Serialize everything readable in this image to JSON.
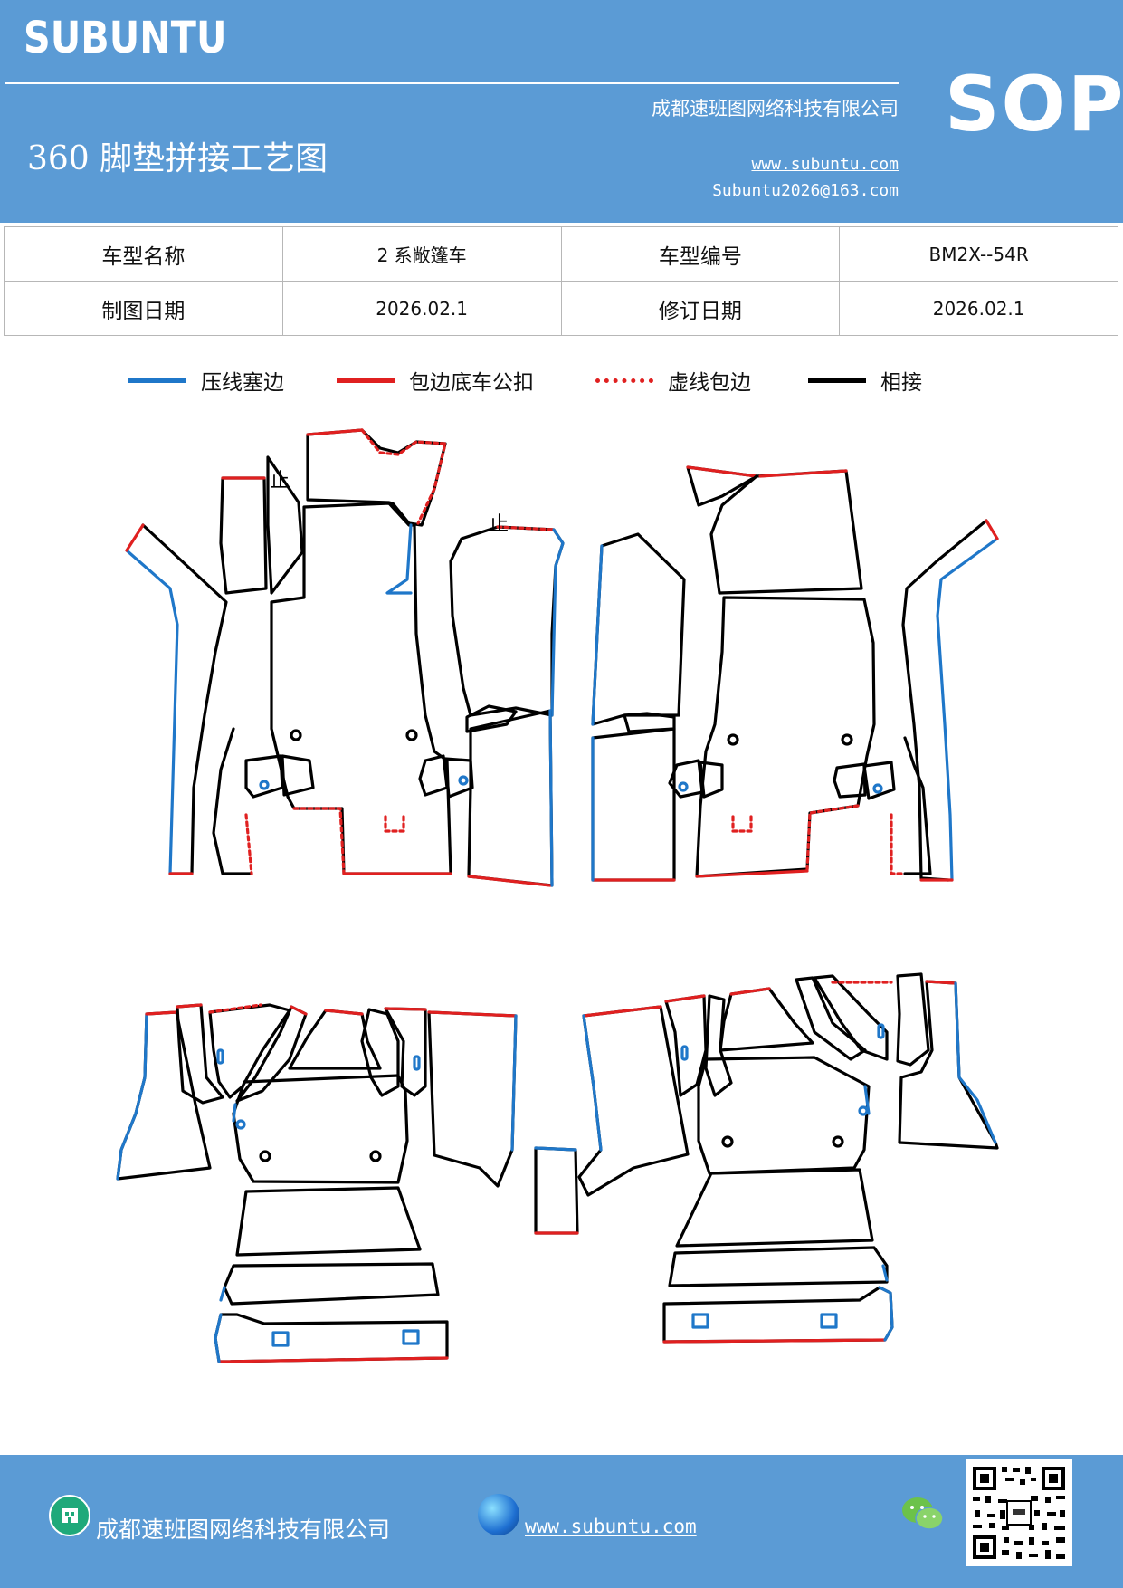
{
  "header": {
    "brand": "SUBUNTU",
    "company": "成都速班图网络科技有限公司",
    "sop": "SOP",
    "title": "360 脚垫拼接工艺图",
    "website": "www.subuntu.com",
    "email": "Subuntu2026@163.com"
  },
  "info_table": {
    "row1": {
      "label1": "车型名称",
      "value1": "2 系敞篷车",
      "label2": "车型编号",
      "value2": "BM2X--54R"
    },
    "row2": {
      "label1": "制图日期",
      "value1": "2026.02.1",
      "label2": "修订日期",
      "value2": "2026.02.1"
    }
  },
  "legend": [
    {
      "label": "压线塞边",
      "color": "#1f77c9",
      "style": "solid"
    },
    {
      "label": "包边底车公扣",
      "color": "#e02020",
      "style": "solid"
    },
    {
      "label": "虚线包边",
      "color": "#e02020",
      "style": "dotted"
    },
    {
      "label": "相接",
      "color": "#000000",
      "style": "solid"
    }
  ],
  "drawing": {
    "stop_mark_1": "止",
    "stop_mark_2": "止"
  },
  "footer": {
    "company": "成都速班图网络科技有限公司",
    "website": "www.subuntu.com"
  },
  "colors": {
    "brand_blue": "#5b9bd5",
    "press_line_blue": "#1f77c9",
    "edge_red": "#e02020"
  },
  "icons": [
    "company-icon",
    "globe-icon",
    "wechat-icon",
    "qr-code"
  ]
}
